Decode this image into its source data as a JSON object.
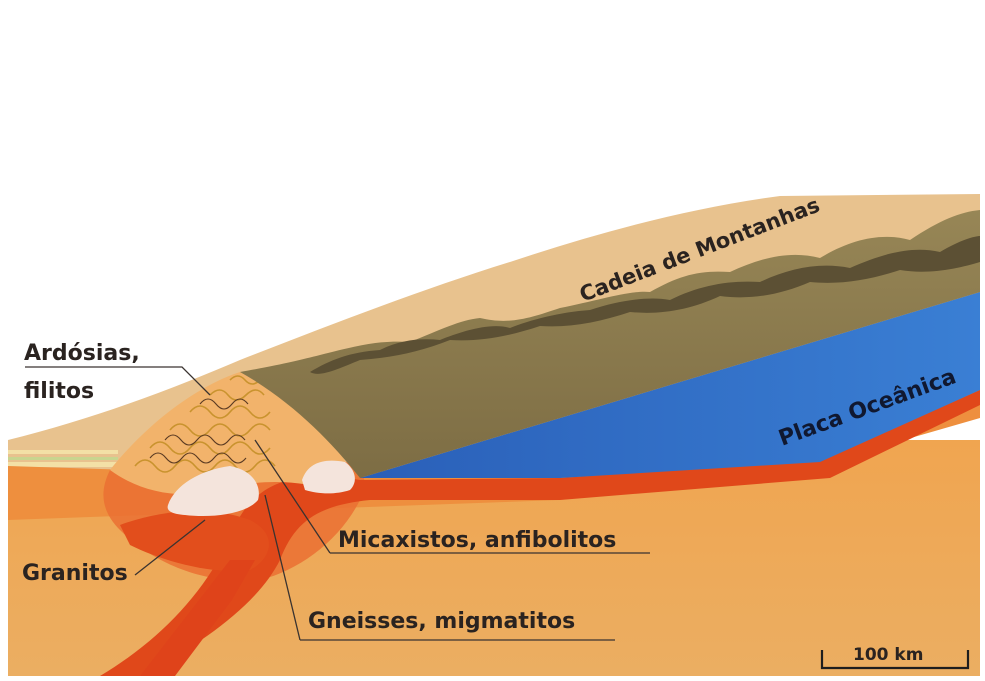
{
  "labels": {
    "mountain_range": "Cadeia de Montanhas",
    "oceanic_plate": "Placa Oceânica",
    "slates_line1": "Ardósias,",
    "slates_line2": "filitos",
    "granites": "Granitos",
    "micaschists": "Micaxistos, anfibolitos",
    "gneisses": "Gneisses, migmatitos",
    "scale": "100 km"
  },
  "colors": {
    "sky": "#ffffff",
    "continental_crust": "#e8c28e",
    "mantle": "#eea24e",
    "magma": "#e2501c",
    "mountain_mass": "#8a7b4e",
    "mountain_ridge": "#5e5235",
    "oceanic_plate": "#2f6fc4",
    "granite": "#f3e3dc",
    "fold_lines": "#d7a13b"
  }
}
